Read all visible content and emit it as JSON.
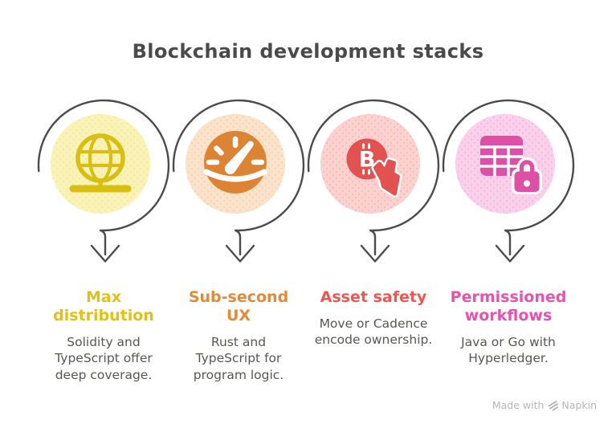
{
  "title": "Blockchain development stacks",
  "connector_color": "#4B4B4B",
  "bitcoin_glyph": "B",
  "columns": [
    {
      "heading": "Max\ndistribution",
      "description": "Solidity and\nTypeScript offer\ndeep coverage.",
      "accent": "#E2C01A",
      "icon": "globe-stand-icon",
      "icon_color": "#D8BF12",
      "circle_fill": "#FAF3B8"
    },
    {
      "heading": "Sub-second\nUX",
      "description": "Rust and\nTypeScript for\nprogram logic.",
      "accent": "#E08A3A",
      "icon": "speedometer-icon",
      "icon_color": "#DC8334",
      "circle_fill": "#FBE3CB"
    },
    {
      "heading": "Asset safety",
      "description": "Move or Cadence\nencode ownership.",
      "accent": "#EE5750",
      "icon": "bitcoin-hand-icon",
      "icon_color": "#E25250",
      "circle_fill": "#FBD2D0"
    },
    {
      "heading": "Permissioned\nworkflows",
      "description": "Java or Go with\nHyperledger.",
      "accent": "#E851B0",
      "icon": "table-lock-icon",
      "icon_color": "#DE4FA6",
      "circle_fill": "#FAD0EB"
    }
  ],
  "footer": {
    "made_with": "Made with",
    "brand": "Napkin"
  }
}
